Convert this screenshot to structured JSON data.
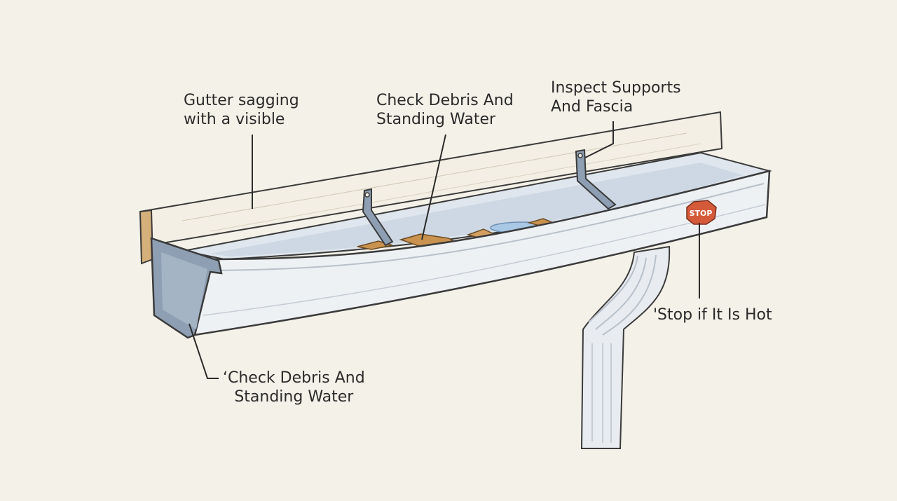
{
  "colors": {
    "background": "#f4f1e8",
    "gutter_body": "#eef1f4",
    "gutter_end_cap": "#8e9fb3",
    "fascia_board": "#f3efe4",
    "board_edge": "#d6b07a",
    "debris": "#c9924f",
    "water": "#a8c8e6",
    "stop_sign": "#d45a3a",
    "ink": "#2b2b2b"
  },
  "callouts": {
    "sagging": {
      "line1": "Gutter sagging",
      "line2": "with a visible"
    },
    "debris_top": {
      "line1": "Check Debris And",
      "line2": "Standing Water"
    },
    "supports": {
      "line1": "Inspect Supports",
      "line2": "And Fascia"
    },
    "hot": {
      "line1": "'Stop if It Is Hot"
    },
    "debris_bottom": {
      "line1": "‘Check Debris And",
      "line2": "Standing Water"
    }
  },
  "stop_sign": {
    "label": "STOP"
  },
  "icons": [
    "downspout-icon",
    "hanger-bracket-icon",
    "stop-sign-icon"
  ]
}
